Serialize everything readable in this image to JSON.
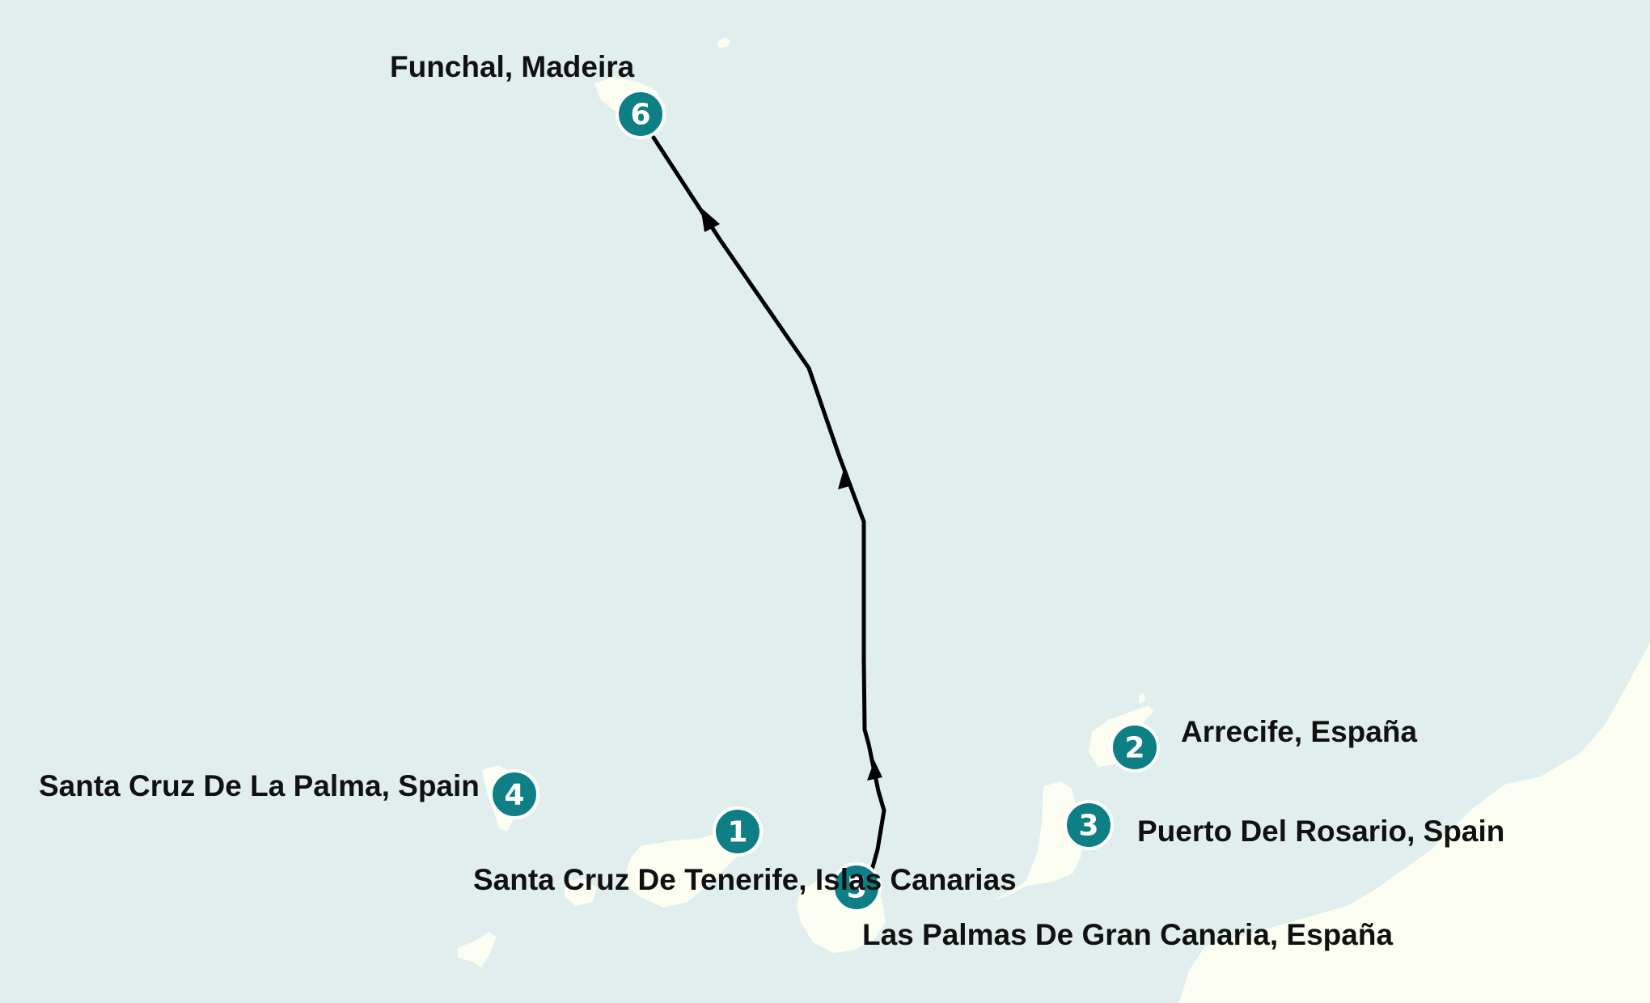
{
  "colors": {
    "water": "#e0efed",
    "land": "#fdfef2",
    "marker": "#0e7f85",
    "route": "#000000"
  },
  "stops": [
    {
      "number": "1",
      "label": "Santa Cruz De Tenerife, Islas Canarias"
    },
    {
      "number": "2",
      "label": "Arrecife, España"
    },
    {
      "number": "3",
      "label": "Puerto Del Rosario, Spain"
    },
    {
      "number": "4",
      "label": "Santa Cruz De La Palma, Spain"
    },
    {
      "number": "5",
      "label": "Las Palmas De Gran Canaria, España"
    },
    {
      "number": "6",
      "label": "Funchal, Madeira"
    }
  ]
}
